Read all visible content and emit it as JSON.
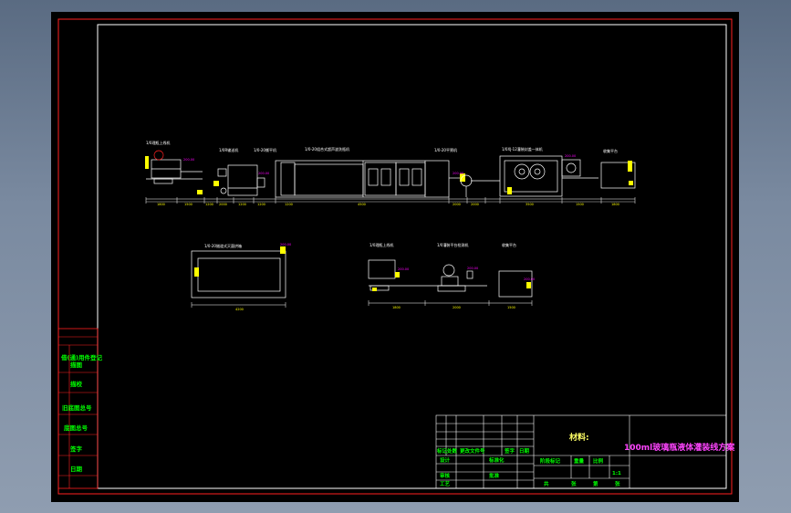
{
  "drawing": {
    "material_label": "材料:",
    "title": "100ml玻璃瓶液体灌装线方案",
    "scale": "1:1"
  },
  "main_line": {
    "labels": [
      "1/0理瓶上线机",
      "1/0R输送机",
      "1/0-20撕平机",
      "1/0-20组合式超声波洗瓶机",
      "1/0-20平筛机",
      "1/0XJ-12灌装封盖一体机",
      "收集平台"
    ],
    "dims": [
      "1800",
      "1500",
      "1200",
      "2000",
      "1200",
      "1200",
      "1200",
      "4500",
      "2000",
      "2000",
      "3500",
      "1500",
      "1800"
    ],
    "mag_tags": [
      "200.00",
      "200.00",
      "200.00",
      "200.00"
    ]
  },
  "bottom_left": {
    "label": "1/0-20隧道式灭菌烘箱",
    "dim": "4200",
    "mag_tag": "200.00"
  },
  "bottom_right": {
    "labels": [
      "1/0理瓶上线机",
      "1/0灌装平台检测机",
      "收集平台"
    ],
    "dims": [
      "1800",
      "2000",
      "1500"
    ],
    "mag_tags": [
      "200.00",
      "200.00",
      "200.00"
    ]
  },
  "left_table": {
    "rows": [
      "借(通)用件登记",
      "描图",
      "描校",
      "旧底图总号",
      "底图总号",
      "签字",
      "日期"
    ]
  },
  "title_block": {
    "header_cells": [
      "标记",
      "处数",
      "更改文件号",
      "签字",
      "日期"
    ],
    "rows_left": [
      "设计",
      "审核",
      "工艺"
    ],
    "rows_mid": [
      "标准化",
      "批准"
    ],
    "stage_header": [
      "阶段标记",
      "重量",
      "比例"
    ],
    "bottom_cells": [
      "共",
      "张",
      "第",
      "张"
    ]
  }
}
